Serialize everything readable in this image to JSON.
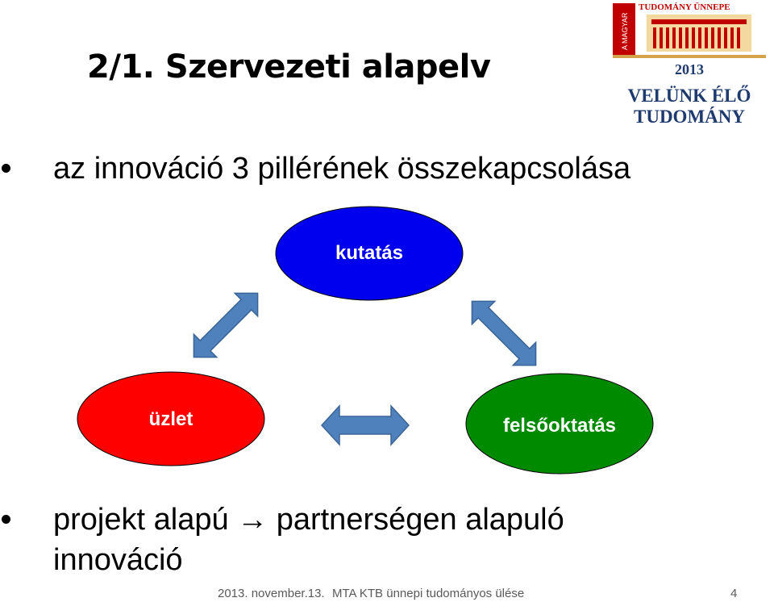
{
  "title": "2/1. Szervezeti alapelv",
  "bullet1": "az innováció 3 pillérének összekapcsolása",
  "bullet2_line1": "projekt alapú → partnerségen alapuló",
  "bullet2_line2": "innováció",
  "nodes": {
    "research": {
      "label": "kutatás",
      "color": "#0000ee",
      "text_color": "#ffffff"
    },
    "business": {
      "label": "üzlet",
      "color": "#ff0000",
      "text_color": "#ffffff"
    },
    "higher_ed": {
      "label": "felsőoktatás",
      "color": "#008a00",
      "text_color": "#ffffff"
    }
  },
  "arrow_color": "#4f81bd",
  "logo": {
    "top_text": "TUDOMÁNY ÜNNEPE",
    "side_text": "A MAGYAR",
    "year": "2013",
    "line1": "VELÜNK ÉLŐ",
    "line2": "TUDOMÁNY",
    "red": "#c00000",
    "blue": "#1f3a6e",
    "gold": "#d4a24a"
  },
  "footer": {
    "date": "2013. november.13.",
    "event": "MTA KTB ünnepi tudományos ülése",
    "page": "4"
  }
}
